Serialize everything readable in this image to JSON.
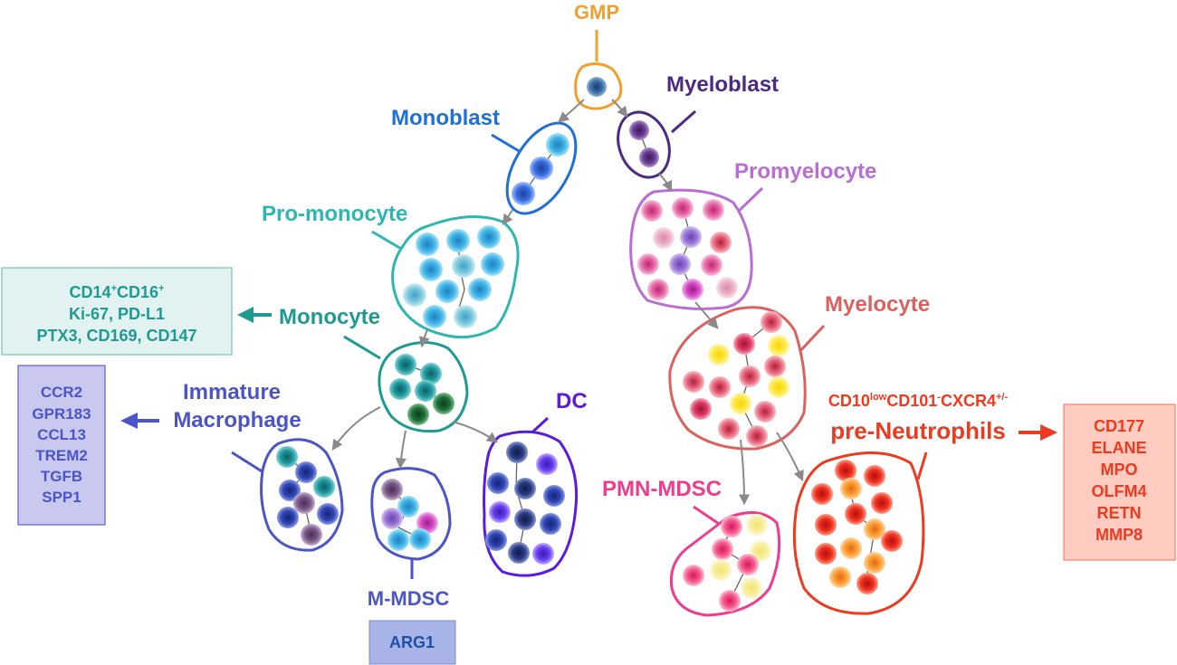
{
  "colors": {
    "gmp": "#F0A030",
    "myeloblast": "#4A2A82",
    "monoblast": "#1E6FD9",
    "promonocyte": "#2EB6B0",
    "monocyte": "#1E9A92",
    "immature_macrophage": "#4B55C8",
    "mmdsc": "#4B55C8",
    "dc": "#5A1AE0",
    "promyelocyte": "#B86ED2",
    "myelocyte": "#D9625F",
    "pre_neutrophil": "#EE3A1E",
    "pmn_mdsc": "#EE3C8F",
    "arrow": "#888888"
  },
  "labels": {
    "gmp": "GMP",
    "myeloblast": "Myeloblast",
    "monoblast": "Monoblast",
    "promonocyte": "Pro-monocyte",
    "monocyte": "Monocyte",
    "immature_macrophage_line1": "Immature",
    "immature_macrophage_line2": "Macrophage",
    "dc": "DC",
    "mmdsc": "M-MDSC",
    "promyelocyte": "Promyelocyte",
    "myelocyte": "Myelocyte",
    "pmn_mdsc": "PMN-MDSC",
    "preneutro_marker_cd10": "CD10",
    "preneutro_marker_cd10_sup": "low",
    "preneutro_marker_cd101": "CD101",
    "preneutro_marker_cd101_sup": "-",
    "preneutro_marker_cxcr4": "CXCR4",
    "preneutro_marker_cxcr4_sup": "+/-",
    "pre_neutrophils": "pre-Neutrophils"
  },
  "boxes": {
    "monocyte_markers": {
      "line1_cd14": "CD14",
      "line1_cd14_sup": "+",
      "line1_cd16": "CD16",
      "line1_cd16_sup": "+",
      "line2": "Ki-67, PD-L1",
      "line3": "PTX3, CD169, CD147"
    },
    "macrophage_markers": [
      "CCR2",
      "GPR183",
      "CCL13",
      "TREM2",
      "TGFB",
      "SPP1"
    ],
    "mmdsc_markers": [
      "ARG1"
    ],
    "neutrophil_markers": [
      "CD177",
      "ELANE",
      "MPO",
      "OLFM4",
      "RETN",
      "MMP8"
    ]
  }
}
